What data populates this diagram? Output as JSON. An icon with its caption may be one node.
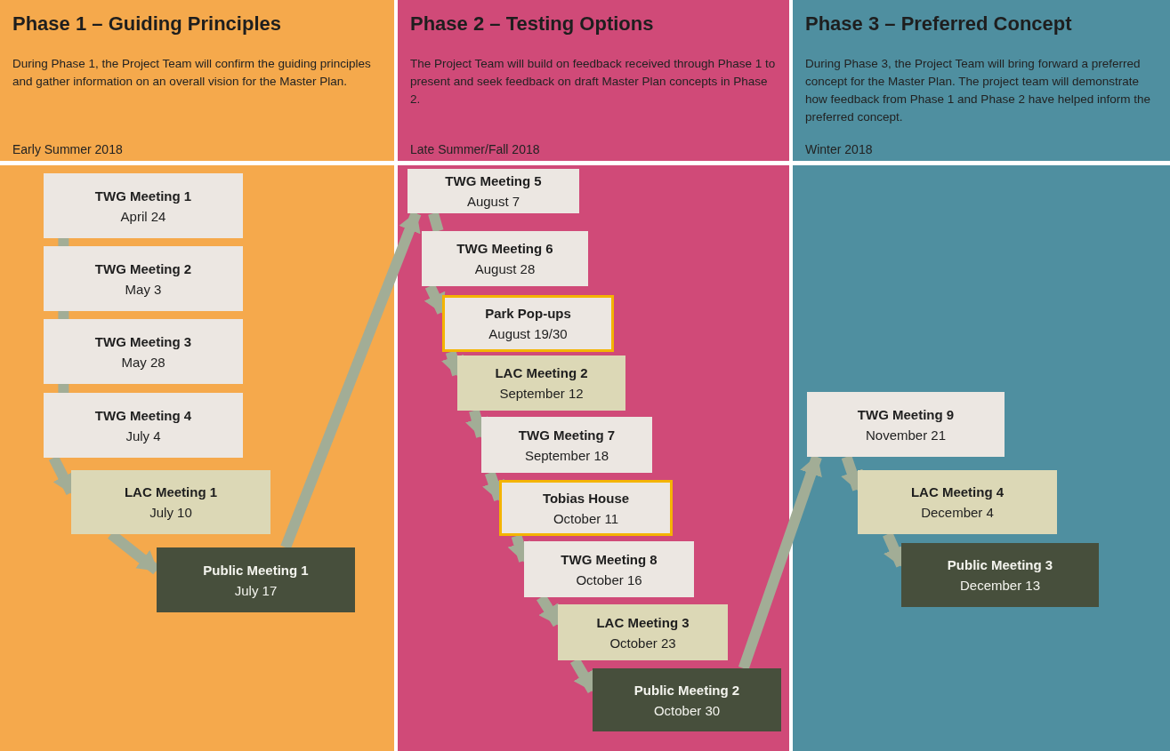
{
  "diagram": {
    "nodes": [
      {
        "text": [
          "Phase 1 – Guiding Principles",
          "During Phase 1, the Project Team will confirm the guiding principles and gather information on an overall vision for the Master Plan.",
          "Early Summer 2018"
        ]
      },
      {
        "text": [
          "TWG Meeting 1",
          "April 24"
        ],
        "in": 0
      },
      {
        "text": [
          "TWG Meeting 2",
          "May 3"
        ],
        "in": 0
      },
      {
        "text": [
          "TWG Meeting 3",
          "May 28"
        ],
        "in": 0
      },
      {
        "text": [
          "TWG Meeting 4",
          "July 4"
        ],
        "in": 0
      },
      {
        "text": [
          "LAC Meeting 1",
          "July 10"
        ],
        "in": 0
      },
      {
        "text": [
          "Public Meeting 1",
          "July 17"
        ],
        "in": 0
      },
      {
        "text": [
          "Phase 2 – Testing Options",
          "The Project Team will build on feedback received through Phase 1 to present and seek feedback on draft Master Plan concepts in Phase 2.",
          "Late Summer/Fall 2018"
        ]
      },
      {
        "text": [
          "TWG Meeting 5",
          "August 7"
        ],
        "in": 7
      },
      {
        "text": [
          "TWG Meeting 6",
          "August 28"
        ],
        "in": 7
      },
      {
        "text": [
          "Park Pop-ups",
          "August 19/30"
        ],
        "in": 7
      },
      {
        "text": [
          "LAC Meeting 2",
          "September 12"
        ],
        "in": 7
      },
      {
        "text": [
          "TWG Meeting 7",
          "September 18"
        ],
        "in": 7
      },
      {
        "text": [
          "Tobias House",
          "October 11"
        ],
        "in": 7
      },
      {
        "text": [
          "TWG Meeting 8",
          "October 16"
        ],
        "in": 7
      },
      {
        "text": [
          "LAC Meeting 3",
          "October 23"
        ],
        "in": 7
      },
      {
        "text": [
          "Public Meeting 2",
          "October 30"
        ],
        "in": 7
      },
      {
        "text": [
          "Phase 3 – Preferred Concept",
          "During Phase 3, the Project Team will bring forward a preferred concept for the Master Plan. The project team will demonstrate how feedback from Phase 1 and Phase 2 have helped inform the preferred concept.",
          "Winter 2018"
        ]
      },
      {
        "text": [
          "TWG Meeting 9",
          "November 21"
        ],
        "in": 17
      },
      {
        "text": [
          "LAC Meeting 4",
          "December 4"
        ],
        "in": 17
      },
      {
        "text": [
          "Public Meeting 3",
          "December 13"
        ],
        "in": 17
      }
    ],
    "edges": [
      {
        "from": 1,
        "to": 2,
        "arrow": "none"
      },
      {
        "from": 2,
        "to": 3,
        "arrow": "none"
      },
      {
        "from": 3,
        "to": 4,
        "arrow": "none"
      },
      {
        "from": 4,
        "to": 5,
        "arrow": "to"
      },
      {
        "from": 5,
        "to": 6,
        "arrow": "to"
      },
      {
        "from": 6,
        "to": 8,
        "arrow": "to"
      },
      {
        "from": 8,
        "to": 9,
        "arrow": "none"
      },
      {
        "from": 9,
        "to": 10,
        "arrow": "to"
      },
      {
        "from": 10,
        "to": 11,
        "arrow": "to"
      },
      {
        "from": 11,
        "to": 12,
        "arrow": "to"
      },
      {
        "from": 12,
        "to": 13,
        "arrow": "to"
      },
      {
        "from": 13,
        "to": 14,
        "arrow": "to"
      },
      {
        "from": 14,
        "to": 15,
        "arrow": "to"
      },
      {
        "from": 15,
        "to": 16,
        "arrow": "to"
      },
      {
        "from": 16,
        "to": 18,
        "arrow": "to"
      },
      {
        "from": 18,
        "to": 19,
        "arrow": "to"
      },
      {
        "from": 19,
        "to": 20,
        "arrow": "to"
      }
    ]
  }
}
